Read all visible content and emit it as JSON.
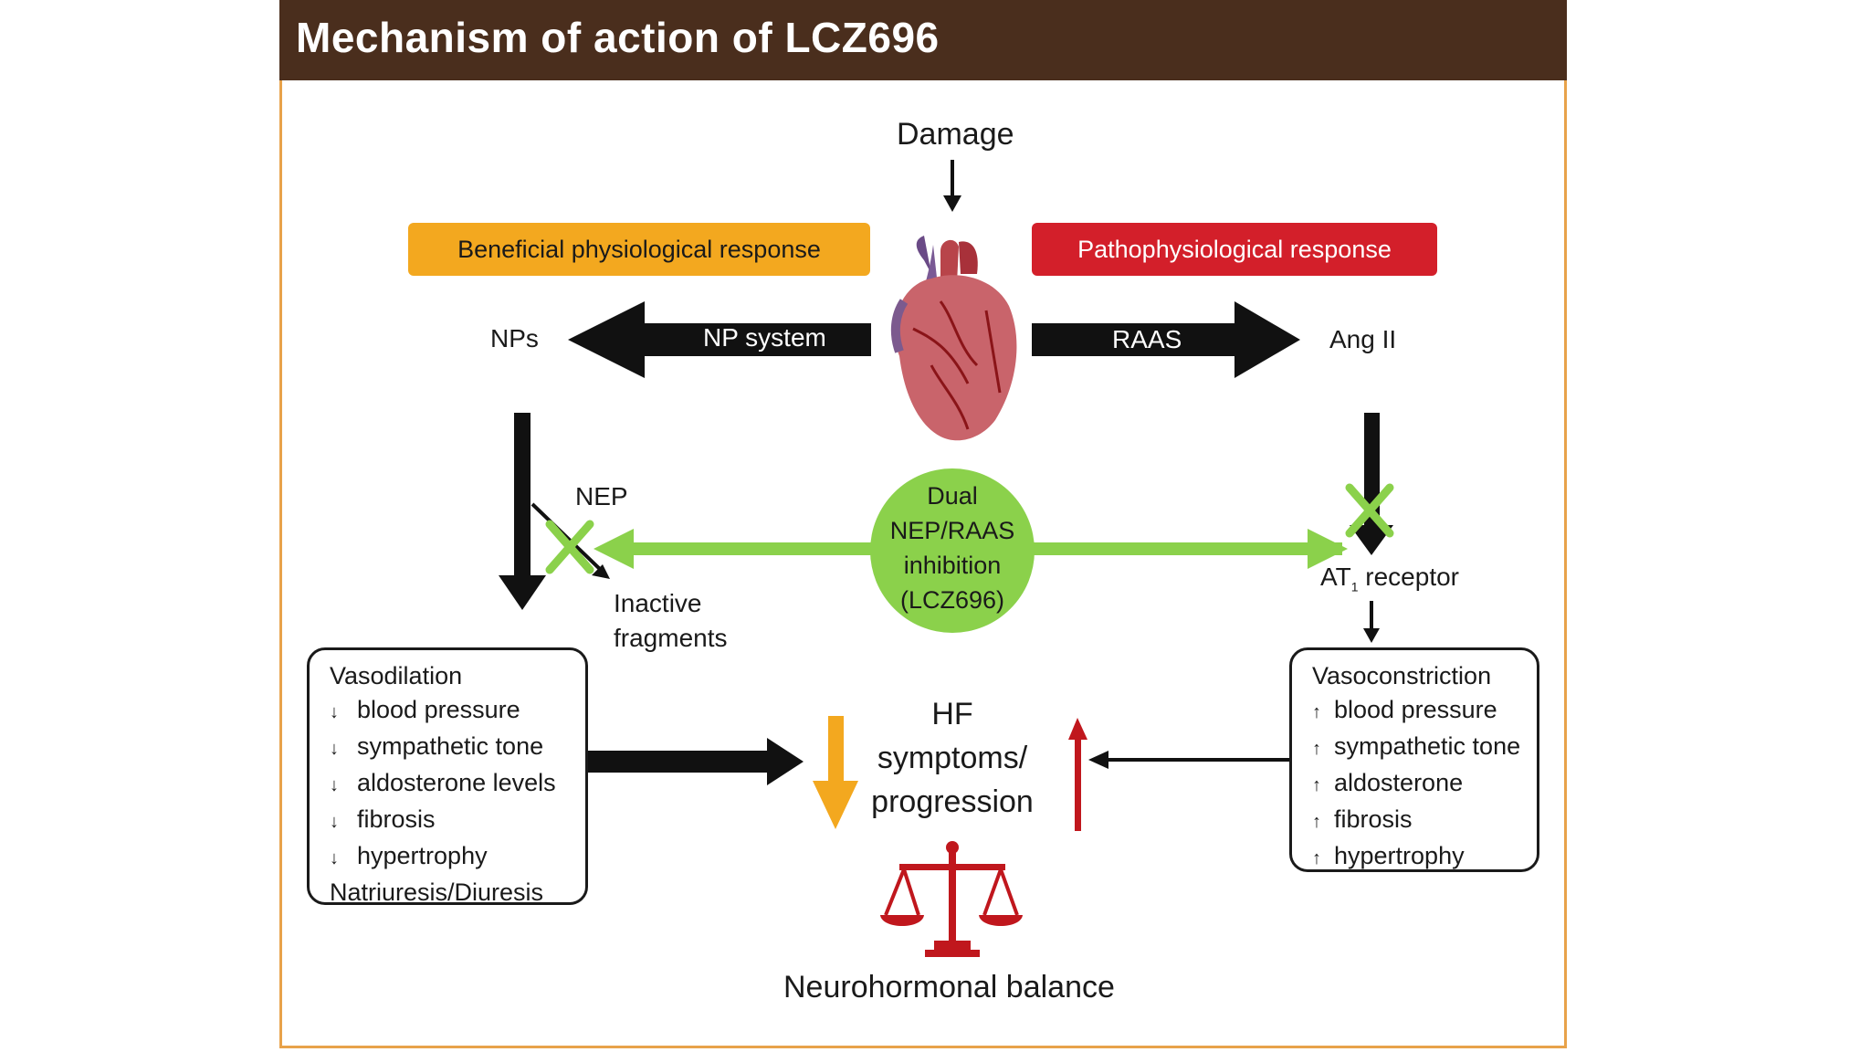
{
  "title": "Mechanism of action of LCZ696",
  "damage": "Damage",
  "beneficial": "Beneficial physiological response",
  "patho": "Pathophysiological response",
  "nps": "NPs",
  "np_system": "NP system",
  "raas": "RAAS",
  "ang2": "Ang II",
  "nep": "NEP",
  "inactive": [
    "Inactive",
    "fragments"
  ],
  "dual": [
    "Dual",
    "NEP/RAAS",
    "inhibition",
    "(LCZ696)"
  ],
  "at1_prefix": "AT",
  "at1_sub": "1",
  "at1_suffix": "receptor",
  "left_box": {
    "head": "Vasodilation",
    "items": [
      "blood pressure",
      "sympathetic tone",
      "aldosterone levels",
      "fibrosis",
      "hypertrophy"
    ],
    "tail": "Natriuresis/Diuresis",
    "arrow": "↓"
  },
  "right_box": {
    "head": "Vasoconstriction",
    "items": [
      "blood pressure",
      "sympathetic tone",
      "aldosterone",
      "fibrosis",
      "hypertrophy"
    ],
    "arrow": "↑"
  },
  "hf": [
    "HF",
    "symptoms/",
    "progression"
  ],
  "balance": "Neurohormonal balance",
  "colors": {
    "header": "#4a2e1d",
    "frame": "#e8a24a",
    "beneficial": "#f3a81f",
    "patho": "#d31f2a",
    "green": "#8bd14b",
    "scale": "#c0171d"
  }
}
